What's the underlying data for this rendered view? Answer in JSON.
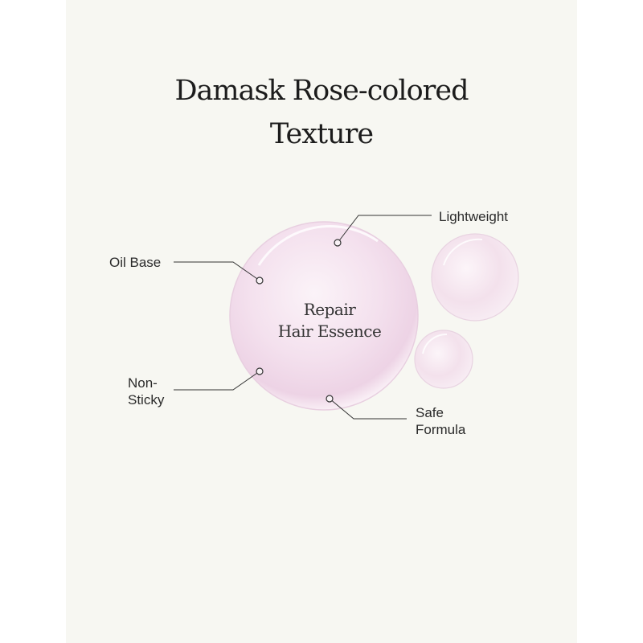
{
  "title": {
    "line1": "Damask Rose-colored",
    "line2": "Texture"
  },
  "product": {
    "line1": "Repair",
    "line2": "Hair Essence"
  },
  "callouts": {
    "lightweight": "Lightweight",
    "oil_base": "Oil Base",
    "non_sticky": {
      "line1": "Non-",
      "line2": "Sticky"
    },
    "safe_formula": {
      "line1": "Safe",
      "line2": "Formula"
    }
  },
  "colors": {
    "background": "#f7f7f2",
    "droplet_tint": "#f3dfee",
    "droplet_edge": "#e2c4d8",
    "text": "#1c1c1c",
    "leader_line": "#333333"
  }
}
